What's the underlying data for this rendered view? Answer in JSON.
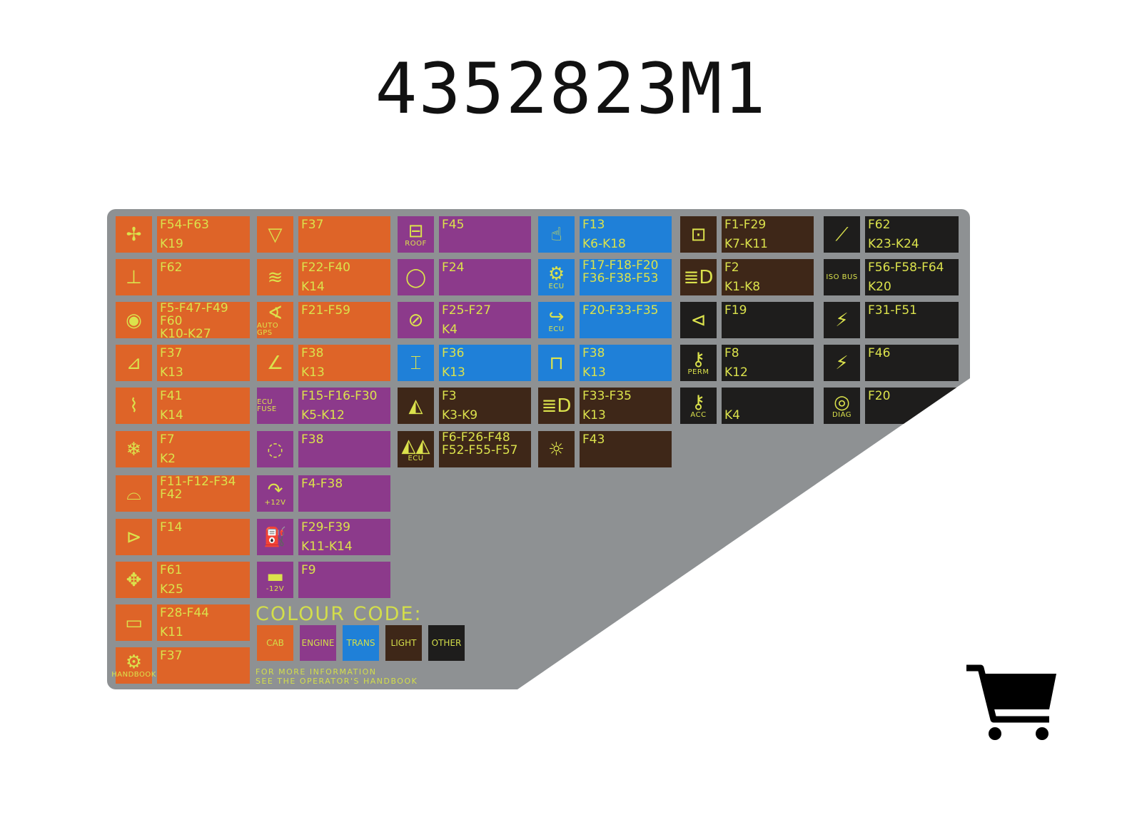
{
  "title": "4352823M1",
  "colors": {
    "cab": "#de6428",
    "engine": "#8c3a8b",
    "trans": "#1f80d8",
    "light": "#3e2718",
    "other": "#1e1d1c",
    "ink": "#dbe24c"
  },
  "columns": [
    [
      {
        "row": 0,
        "cat": "cab",
        "icon": "fan-icon",
        "glyph": "✢",
        "lines": [
          "F54-F63",
          "K19"
        ]
      },
      {
        "row": 1,
        "cat": "cab",
        "icon": "gear-lever-icon",
        "glyph": "⊥",
        "lines": [
          "F62"
        ]
      },
      {
        "row": 2,
        "cat": "cab",
        "icon": "power-socket-icon",
        "glyph": "◉",
        "lines": [
          "F5-F47-F49",
          "F60",
          "K10-K27"
        ],
        "tight": true
      },
      {
        "row": 3,
        "cat": "cab",
        "icon": "seat-icon",
        "glyph": "⊿",
        "lines": [
          "F37",
          "K13"
        ]
      },
      {
        "row": 4,
        "cat": "cab",
        "icon": "seat-suspension-icon",
        "glyph": "⌇",
        "lines": [
          "F41",
          "K14"
        ]
      },
      {
        "row": 5,
        "cat": "cab",
        "icon": "air-conditioning-icon",
        "glyph": "❄",
        "lines": [
          "F7",
          "K2"
        ]
      },
      {
        "row": 6,
        "cat": "cab",
        "icon": "dashboard-icon",
        "glyph": "⌓",
        "lines": [
          "F11-F12-F34",
          "F42"
        ],
        "tight": true
      },
      {
        "row": 7,
        "cat": "cab",
        "icon": "horn-icon",
        "glyph": "⊳",
        "lines": [
          "F14"
        ]
      },
      {
        "row": 8,
        "cat": "cab",
        "icon": "joystick-icon",
        "glyph": "✥",
        "lines": [
          "F61",
          "K25"
        ]
      },
      {
        "row": 9,
        "cat": "cab",
        "icon": "radio-icon",
        "glyph": "▭",
        "lines": [
          "F28-F44",
          "K11"
        ]
      },
      {
        "row": 10,
        "cat": "cab",
        "icon": "handbrake-icon",
        "glyph": "⚙",
        "text": "HANDBOOK",
        "lines": [
          "F37"
        ]
      }
    ],
    [
      {
        "row": 0,
        "cat": "cab",
        "icon": "mirror-icon",
        "glyph": "▽",
        "lines": [
          "F37"
        ]
      },
      {
        "row": 1,
        "cat": "cab",
        "icon": "heated-seat-icon",
        "glyph": "≋",
        "lines": [
          "F22-F40",
          "K14"
        ]
      },
      {
        "row": 2,
        "cat": "cab",
        "icon": "auto-steer-icon",
        "glyph": "∢",
        "text": "AUTO GPS",
        "lines": [
          "F21-F59"
        ]
      },
      {
        "row": 3,
        "cat": "cab",
        "icon": "seat-back-icon",
        "glyph": "∠",
        "lines": [
          "F38",
          "K13"
        ]
      },
      {
        "row": 4,
        "cat": "engine",
        "icon": "ecu-fuse-icon",
        "glyph": "",
        "text": "ECU FUSE",
        "lines": [
          "F15-F16-F30",
          "K5-K12"
        ]
      },
      {
        "row": 5,
        "cat": "engine",
        "icon": "engine-seat-icon",
        "glyph": "◌",
        "lines": [
          "F38"
        ]
      },
      {
        "row": 6,
        "cat": "engine",
        "icon": "plus-12v-icon",
        "glyph": "↷",
        "text": "+12V",
        "lines": [
          "F4-F38"
        ]
      },
      {
        "row": 7,
        "cat": "engine",
        "icon": "fuel-pump-icon",
        "glyph": "⛽",
        "lines": [
          "F29-F39",
          "K11-K14"
        ]
      },
      {
        "row": 8,
        "cat": "engine",
        "icon": "minus-12v-icon",
        "glyph": "▬",
        "text": "-12V",
        "lines": [
          "F9"
        ]
      }
    ],
    [
      {
        "row": 0,
        "cat": "engine",
        "icon": "roof-battery-icon",
        "glyph": "⊟",
        "text": "ROOF",
        "lines": [
          "F45"
        ]
      },
      {
        "row": 1,
        "cat": "engine",
        "icon": "engine-icon",
        "glyph": "◯",
        "lines": [
          "F24"
        ]
      },
      {
        "row": 2,
        "cat": "engine",
        "icon": "battery-isolator-icon",
        "glyph": "⊘",
        "lines": [
          "F25-F27",
          "K4"
        ]
      },
      {
        "row": 3,
        "cat": "trans",
        "icon": "transmission-icon",
        "glyph": "⌶",
        "lines": [
          "F36",
          "K13"
        ]
      },
      {
        "row": 4,
        "cat": "light",
        "icon": "work-light-icon",
        "glyph": "◭",
        "lines": [
          "F3",
          "K3-K9"
        ]
      },
      {
        "row": 5,
        "cat": "light",
        "icon": "ecu-lights-icon",
        "glyph": "◭◭",
        "text": "ECU",
        "lines": [
          "F6-F26-F48",
          "F52-F55-F57"
        ],
        "tight": true
      }
    ],
    [
      {
        "row": 0,
        "cat": "trans",
        "icon": "hand-control-icon",
        "glyph": "☝",
        "lines": [
          "F13",
          "K6-K18"
        ]
      },
      {
        "row": 1,
        "cat": "trans",
        "icon": "ecu-gear-icon",
        "glyph": "⚙",
        "text": "ECU",
        "lines": [
          "F17-F18-F20",
          "F36-F38-F53"
        ],
        "tight": true
      },
      {
        "row": 2,
        "cat": "trans",
        "icon": "ecu-pto-icon",
        "glyph": "↪",
        "text": "ECU",
        "lines": [
          "F20-F33-F35"
        ]
      },
      {
        "row": 3,
        "cat": "trans",
        "icon": "hitch-icon",
        "glyph": "⊓",
        "lines": [
          "F38",
          "K13"
        ]
      },
      {
        "row": 4,
        "cat": "light",
        "icon": "headlight-icon",
        "glyph": "≣D",
        "lines": [
          "F33-F35",
          "K13"
        ]
      },
      {
        "row": 5,
        "cat": "light",
        "icon": "sidelights-icon",
        "glyph": "☼",
        "lines": [
          "F43"
        ]
      }
    ],
    [
      {
        "row": 0,
        "cat": "light",
        "icon": "wiper-icon",
        "glyph": "⊡",
        "lines": [
          "F1-F29",
          "K7-K11"
        ]
      },
      {
        "row": 1,
        "cat": "light",
        "icon": "dipped-beam-icon",
        "glyph": "≣D",
        "lines": [
          "F2",
          "K1-K8"
        ]
      },
      {
        "row": 2,
        "cat": "other",
        "icon": "mirror-adjust-icon",
        "glyph": "⊲",
        "lines": [
          "F19"
        ]
      },
      {
        "row": 3,
        "cat": "other",
        "icon": "perm-key-icon",
        "glyph": "⚷",
        "text": "PERM",
        "lines": [
          "F8",
          "K12"
        ]
      },
      {
        "row": 4,
        "cat": "other",
        "icon": "acc-key-icon",
        "glyph": "⚷",
        "text": "ACC",
        "lines": [
          "",
          "K4"
        ]
      }
    ],
    [
      {
        "row": 0,
        "cat": "other",
        "icon": "hydraulic-cylinder-icon",
        "glyph": "⟋",
        "lines": [
          "F62",
          "K23-K24"
        ]
      },
      {
        "row": 1,
        "cat": "other",
        "icon": "iso-bus-icon",
        "glyph": "",
        "text": "ISO BUS",
        "lines": [
          "F56-F58-F64",
          "K20"
        ]
      },
      {
        "row": 2,
        "cat": "other",
        "icon": "tractor-power-icon",
        "glyph": "⚡",
        "lines": [
          "F31-F51"
        ]
      },
      {
        "row": 3,
        "cat": "other",
        "icon": "trailer-power-icon",
        "glyph": "⚡",
        "lines": [
          "F46"
        ]
      },
      {
        "row": 4,
        "cat": "other",
        "icon": "diagnostic-socket-icon",
        "glyph": "◎",
        "text": "DIAG",
        "lines": [
          "F20"
        ]
      }
    ]
  ],
  "legend": {
    "title": "COLOUR CODE:",
    "items": [
      {
        "cat": "cab",
        "label": "CAB"
      },
      {
        "cat": "engine",
        "label": "ENGINE"
      },
      {
        "cat": "trans",
        "label": "TRANS"
      },
      {
        "cat": "light",
        "label": "LIGHT"
      },
      {
        "cat": "other",
        "label": "OTHER"
      }
    ]
  },
  "footer": [
    "FOR MORE INFORMATION",
    "SEE THE OPERATOR'S HANDBOOK"
  ],
  "cart": {
    "icon": "shopping-cart-icon"
  }
}
